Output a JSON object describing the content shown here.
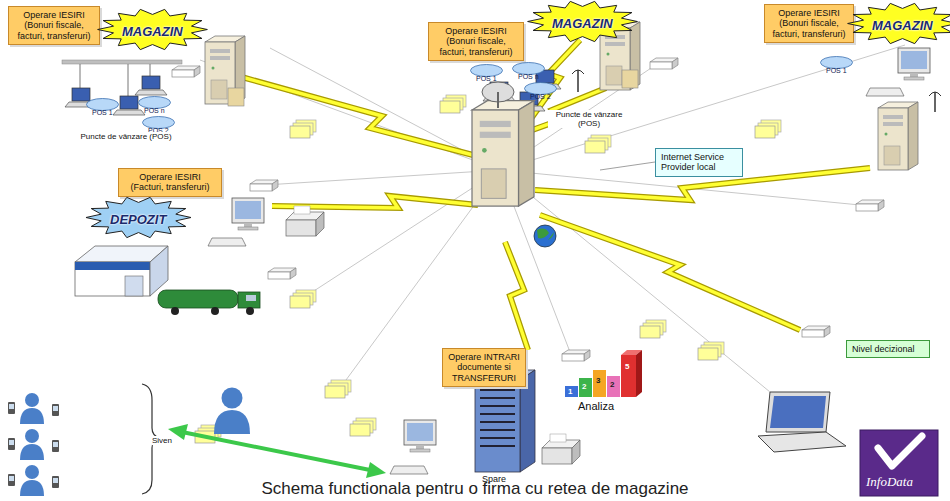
{
  "diagram": {
    "caption": "Schema functionala pentru o firma cu retea de magazine",
    "nodes": [
      {
        "text": [
          "Operare IESIRI (Bonuri fiscale, facturi, transferuri)"
        ]
      },
      {
        "text": [
          "MAGAZIN"
        ]
      },
      {
        "text": [
          "Operare IESIRI (Bonuri fiscale, facturi, transferuri)"
        ]
      },
      {
        "text": [
          "MAGAZIN"
        ]
      },
      {
        "text": [
          "Operare IESIRI (Bonuri fiscale, facturi, transferuri)"
        ]
      },
      {
        "text": [
          "MAGAZIN"
        ]
      },
      {
        "text": [
          "POS 1"
        ]
      },
      {
        "text": [
          "POS n"
        ]
      },
      {
        "text": [
          "POS 2"
        ]
      },
      {
        "text": [
          "POS 1"
        ]
      },
      {
        "text": [
          "POS n"
        ]
      },
      {
        "text": [
          "POS 2"
        ]
      },
      {
        "text": [
          "POS 1"
        ]
      },
      {
        "text": [
          "Operare IESIRI (Facturi, transferuri)"
        ]
      },
      {
        "text": [
          "DEPOZIT"
        ]
      },
      {
        "text": [
          "Internet Service Provider local"
        ]
      },
      {
        "text": [
          "Operare INTRARI documente si TRANSFERURI"
        ]
      },
      {
        "text": [
          "Nivel decizional"
        ]
      }
    ],
    "labels": [
      "Puncte de vânzare (POS)",
      "Puncte de vânzare (POS)",
      "Analiza",
      "Spare",
      "Siven",
      "InfoData",
      "1",
      "2",
      "3",
      "2",
      "5"
    ]
  }
}
